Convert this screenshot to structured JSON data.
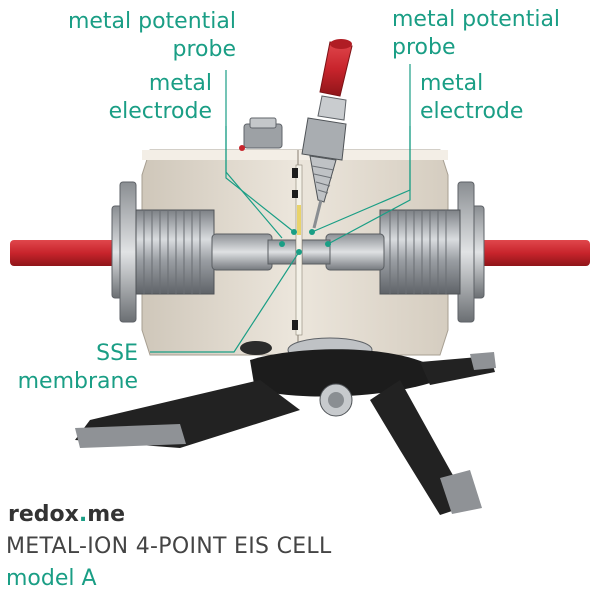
{
  "colors": {
    "accent": "#1a9e85",
    "title": "#444444",
    "brand": "#333333",
    "body_block": "#e6dfd3",
    "metal": "#b9bcbf",
    "red_lead": "#c8242c",
    "black_stand": "#1c1c1c"
  },
  "labels": {
    "left_probe": [
      "metal potential",
      "probe"
    ],
    "left_electrode": [
      "metal",
      "electrode"
    ],
    "right_probe": [
      "metal potential",
      "probe"
    ],
    "right_electrode": [
      "metal",
      "electrode"
    ],
    "membrane": [
      "SSE",
      "membrane"
    ]
  },
  "brand": {
    "prefix": "redox",
    "dot": ".",
    "suffix": "me"
  },
  "title": "METAL-ION 4-POINT EIS CELL",
  "subtitle": "model A",
  "icons": [
    "electrochemical-cell-illustration"
  ]
}
